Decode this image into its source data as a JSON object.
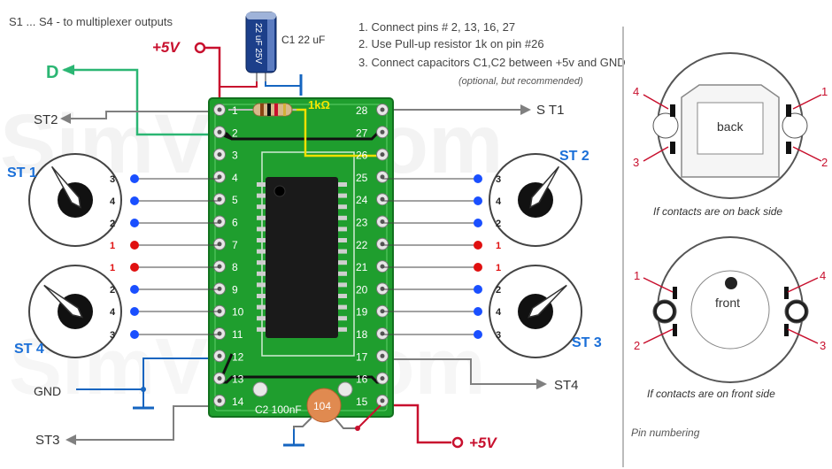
{
  "header": {
    "note": "S1 ... S4 - to multiplexer outputs",
    "instructions": [
      "1. Connect  pins # 2, 13, 16, 27",
      "2. Use Pull-up resistor 1k on pin #26",
      "3. Connect capacitors C1,C2 between +5v and GND"
    ],
    "optional_note": "(optional, but recommended)"
  },
  "power": {
    "plus5v_top": "+5V",
    "plus5v_bottom": "+5V",
    "gnd": "GND"
  },
  "signals": {
    "d": "D",
    "st1": "S T1",
    "st2": "ST2",
    "st3": "ST3",
    "st4": "ST4"
  },
  "components": {
    "cap_c1_label": "C1 22 uF",
    "cap_c1_body": "22 uF 25V",
    "resistor_label": "1kΩ",
    "cap_c2_label": "C2 100nF",
    "cap_c2_code": "104"
  },
  "encoders": {
    "st1": {
      "label": "ST 1",
      "pins": [
        "3",
        "4",
        "2",
        "1"
      ]
    },
    "st2": {
      "label": "ST 2",
      "pins": [
        "3",
        "4",
        "2",
        "1"
      ]
    },
    "st3": {
      "label": "ST 3",
      "pins": [
        "1",
        "2",
        "4",
        "3"
      ]
    },
    "st4": {
      "label": "ST 4",
      "pins": [
        "1",
        "2",
        "4",
        "3"
      ]
    }
  },
  "board": {
    "left_pins": [
      "1",
      "2",
      "3",
      "4",
      "5",
      "6",
      "7",
      "8",
      "9",
      "10",
      "11",
      "12",
      "13",
      "14"
    ],
    "right_pins": [
      "28",
      "27",
      "26",
      "25",
      "24",
      "23",
      "22",
      "21",
      "20",
      "19",
      "18",
      "17",
      "16",
      "15"
    ]
  },
  "pin_numbering": {
    "back_label": "back",
    "back_caption": "If contacts are on back side",
    "back_pins": [
      "4",
      "1",
      "3",
      "2"
    ],
    "front_label": "front",
    "front_caption": "If contacts are on front side",
    "front_pins": [
      "1",
      "4",
      "2",
      "3"
    ],
    "title": "Pin  numbering"
  },
  "watermark": "SimVim.com",
  "colors": {
    "board": "#1f9e2e",
    "red_wire": "#c8102e",
    "green_wire": "#2bb673",
    "gray_wire": "#808080",
    "blue_wire": "#1565c0",
    "blue_dot": "#1a4fff",
    "red_dot": "#e01010",
    "label_blue": "#1a6fd8",
    "resistor_label": "#f2e600"
  }
}
